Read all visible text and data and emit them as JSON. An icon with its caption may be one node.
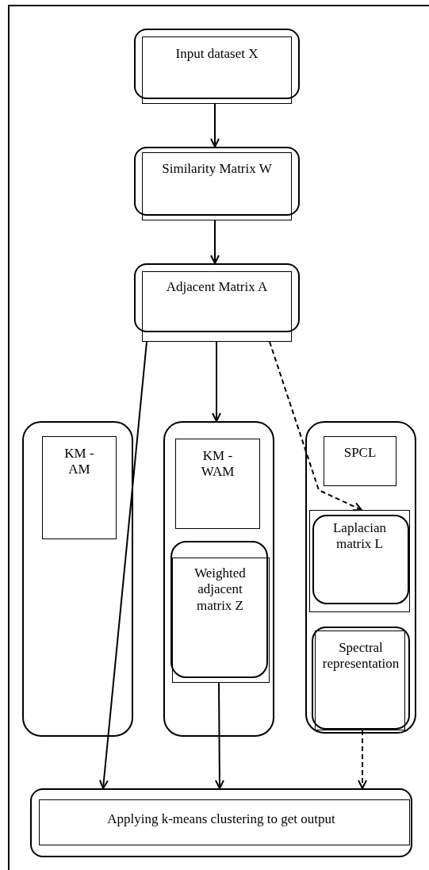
{
  "diagram": {
    "nodes": [
      {
        "text": [
          "Input dataset X"
        ]
      },
      {
        "text": [
          "Similarity Matrix W"
        ]
      },
      {
        "text": [
          "Adjacent Matrix A"
        ]
      },
      {
        "text": [],
        "shape": "box"
      },
      {
        "text": [
          "KM - AM"
        ],
        "in": 3
      },
      {
        "text": [],
        "shape": "box"
      },
      {
        "text": [
          "KM - WAM"
        ],
        "in": 5
      },
      {
        "text": [
          "Weighted adjacent matrix Z"
        ],
        "in": 5
      },
      {
        "text": [],
        "shape": "box"
      },
      {
        "text": [
          "SPCL"
        ],
        "in": 8
      },
      {
        "text": [
          "Laplacian matrix L"
        ],
        "in": 8
      },
      {
        "text": [
          "Spectral representation"
        ],
        "in": 8
      },
      {
        "text": [
          "Applying k-means clustering to get output"
        ]
      }
    ],
    "edges": [
      {
        "from": 0,
        "to": 1,
        "arrow": "to"
      },
      {
        "from": 1,
        "to": 2,
        "arrow": "to"
      },
      {
        "from": 2,
        "to": 12,
        "arrow": "to"
      },
      {
        "from": 2,
        "to": 5,
        "arrow": "to"
      },
      {
        "from": 2,
        "to": 10,
        "arrow": "to",
        "style": "dashed"
      },
      {
        "from": 7,
        "to": 12,
        "arrow": "to"
      },
      {
        "from": 11,
        "to": 12,
        "arrow": "to",
        "style": "dashed"
      }
    ]
  }
}
